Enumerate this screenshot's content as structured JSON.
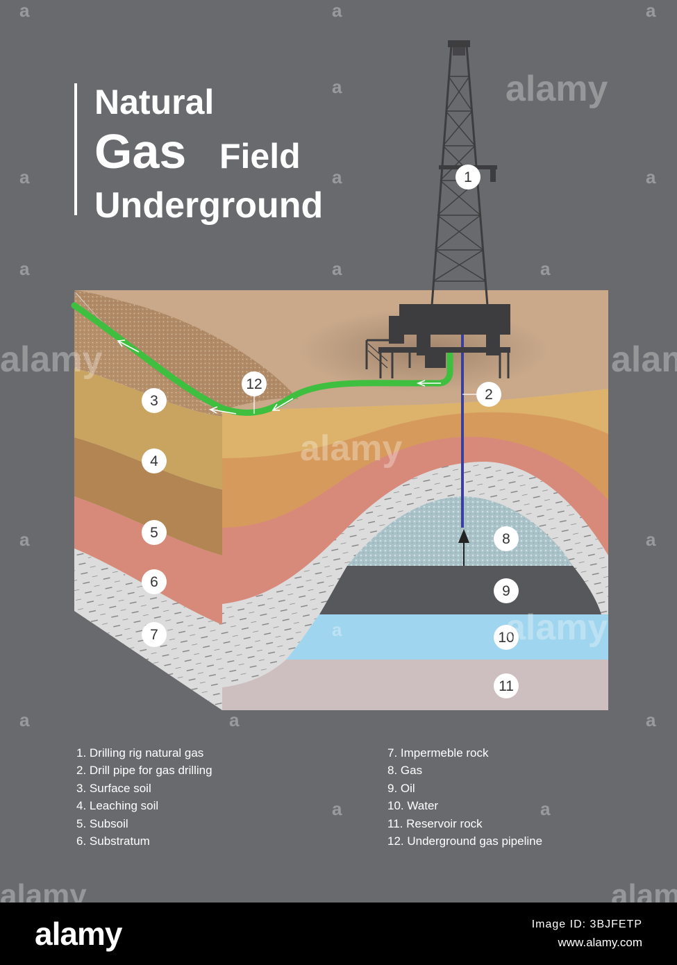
{
  "title": {
    "line1": "Natural",
    "line2_big": "Gas",
    "line2_small": "Field",
    "line3": "Underground"
  },
  "callouts": [
    "1",
    "2",
    "3",
    "4",
    "5",
    "6",
    "7",
    "8",
    "9",
    "10",
    "11",
    "12"
  ],
  "legend_left": [
    "1. Drilling rig natural gas",
    "2. Drill pipe for gas drilling",
    "3. Surface soil",
    "4. Leaching soil",
    "5. Subsoil",
    "6. Substratum"
  ],
  "legend_right": [
    "7. Impermeble rock",
    "8. Gas",
    "9. Oil",
    "10. Water",
    "11. Reservoir rock",
    "12. Underground gas pipeline"
  ],
  "watermark": {
    "text": "alamy",
    "letter": "a"
  },
  "footer": {
    "logo": "alamy",
    "image_id": "Image ID: 3BJFETP",
    "site": "www.alamy.com"
  },
  "colors": {
    "background": "#686a6d",
    "surface": "#c9a98a",
    "surface_soil": "#b58f6a",
    "leaching_soil": "#ddb26b",
    "subsoil": "#d69a5c",
    "substratum": "#d88a7a",
    "impermeable_rock": "#dcdcdc",
    "gas": "#a9c2c8",
    "oil": "#56585b",
    "water": "#9fd5ee",
    "reservoir_rock": "#cdbfbf",
    "pipeline": "#3fbf3f",
    "drill_pipe": "#3a3e9c"
  }
}
